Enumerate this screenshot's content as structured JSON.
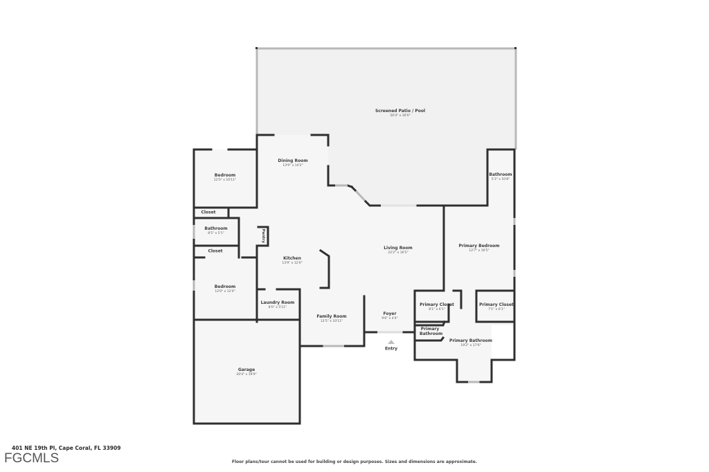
{
  "property": {
    "address": "401 NE 19th Pl, Cape Coral, FL 33909",
    "logo_text": "FGCMLS",
    "disclaimer": "Floor plans/tour cannot be used for building or design purposes. Sizes and dimensions are approximate."
  },
  "entry": {
    "label": "Entry",
    "icon": "entry-arrow-icon"
  },
  "rooms": {
    "patio": {
      "name": "Screened Patio / Pool",
      "dims": "50'4\" x 30'0\""
    },
    "dining": {
      "name": "Dining Room",
      "dims": "13'9\" x 14'2\""
    },
    "bedroom1": {
      "name": "Bedroom",
      "dims": "12'0\" x 10'11\""
    },
    "closet1": {
      "name": "Closet",
      "dims": ""
    },
    "bathroom1": {
      "name": "Bathroom",
      "dims": "8'5\" x 5'1\""
    },
    "closet2": {
      "name": "Closet",
      "dims": ""
    },
    "bedroom2": {
      "name": "Bedroom",
      "dims": "12'0\" x 12'0\""
    },
    "pantry": {
      "name": "Pantry",
      "dims": ""
    },
    "kitchen": {
      "name": "Kitchen",
      "dims": "13'9\" x 12'0\""
    },
    "laundry": {
      "name": "Laundry Room",
      "dims": "8'0\" x 5'11\""
    },
    "family": {
      "name": "Family Room",
      "dims": "12'5\" x 10'11\""
    },
    "living": {
      "name": "Living Room",
      "dims": "22'2\" x 16'5\""
    },
    "foyer": {
      "name": "Foyer",
      "dims": "9'6\" x 4'4\""
    },
    "bathroom_pool": {
      "name": "Bathroom",
      "dims": "5'3\" x 10'8\""
    },
    "primary_bedroom": {
      "name": "Primary Bedroom",
      "dims": "12'7\" x 16'5\""
    },
    "primary_closet1": {
      "name": "Primary Closet",
      "dims": "8'1\" x 6'1\""
    },
    "primary_closet2": {
      "name": "Primary Closet",
      "dims": "7'1\" x 6'1\""
    },
    "primary_wc": {
      "name": "Primary Bathroom",
      "dims": ""
    },
    "primary_bath": {
      "name": "Primary Bathroom",
      "dims": "19'2\" x 17'6\""
    },
    "garage": {
      "name": "Garage",
      "dims": "20'4\" x 19'9\""
    }
  }
}
